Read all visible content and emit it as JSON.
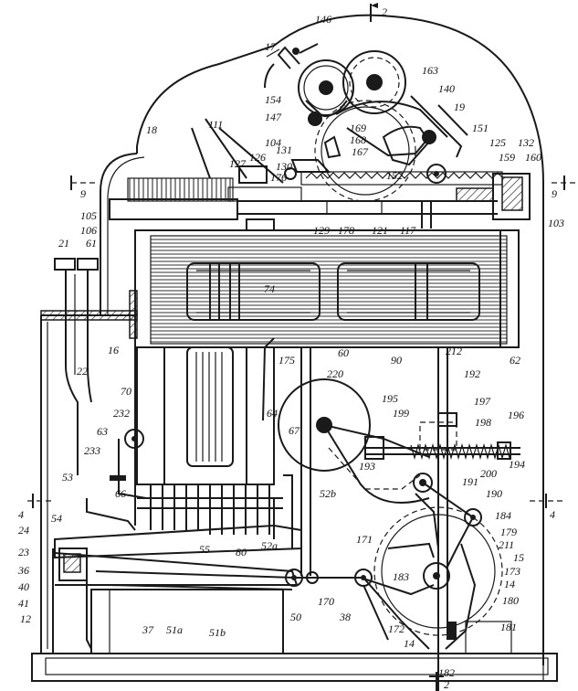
{
  "figure": {
    "section_markers": [
      "2",
      "2",
      "4",
      "4",
      "9",
      "9"
    ],
    "labels": [
      {
        "id": "l146",
        "text": "146"
      },
      {
        "id": "l2top",
        "text": "2"
      },
      {
        "id": "l17",
        "text": "17"
      },
      {
        "id": "l163",
        "text": "163"
      },
      {
        "id": "l140",
        "text": "140"
      },
      {
        "id": "l154",
        "text": "154"
      },
      {
        "id": "l19",
        "text": "19"
      },
      {
        "id": "l147",
        "text": "147"
      },
      {
        "id": "l169",
        "text": "169"
      },
      {
        "id": "l168",
        "text": "168"
      },
      {
        "id": "l151",
        "text": "151"
      },
      {
        "id": "l18",
        "text": "18"
      },
      {
        "id": "l111",
        "text": "111"
      },
      {
        "id": "l131",
        "text": "131"
      },
      {
        "id": "l167",
        "text": "167"
      },
      {
        "id": "l125",
        "text": "125"
      },
      {
        "id": "l132",
        "text": "132"
      },
      {
        "id": "l104",
        "text": "104"
      },
      {
        "id": "l159",
        "text": "159"
      },
      {
        "id": "l160",
        "text": "160"
      },
      {
        "id": "l127",
        "text": "127"
      },
      {
        "id": "l126",
        "text": "126"
      },
      {
        "id": "l130",
        "text": "130"
      },
      {
        "id": "l152",
        "text": "152"
      },
      {
        "id": "l9left",
        "text": "9"
      },
      {
        "id": "l176",
        "text": "176"
      },
      {
        "id": "l9right",
        "text": "9"
      },
      {
        "id": "l105",
        "text": "105"
      },
      {
        "id": "l129",
        "text": "129"
      },
      {
        "id": "l178",
        "text": "178"
      },
      {
        "id": "l121",
        "text": "121"
      },
      {
        "id": "l117",
        "text": "117"
      },
      {
        "id": "l103",
        "text": "103"
      },
      {
        "id": "l106",
        "text": "106"
      },
      {
        "id": "l21",
        "text": "21"
      },
      {
        "id": "l61",
        "text": "61"
      },
      {
        "id": "l74",
        "text": "74"
      },
      {
        "id": "l16",
        "text": "16"
      },
      {
        "id": "l60",
        "text": "60"
      },
      {
        "id": "l90",
        "text": "90"
      },
      {
        "id": "l212",
        "text": "212"
      },
      {
        "id": "l62",
        "text": "62"
      },
      {
        "id": "l22",
        "text": "22"
      },
      {
        "id": "l175",
        "text": "175"
      },
      {
        "id": "l192",
        "text": "192"
      },
      {
        "id": "l220",
        "text": "220"
      },
      {
        "id": "l70",
        "text": "70"
      },
      {
        "id": "l195",
        "text": "195"
      },
      {
        "id": "l197",
        "text": "197"
      },
      {
        "id": "l232",
        "text": "232"
      },
      {
        "id": "l64",
        "text": "64"
      },
      {
        "id": "l199",
        "text": "199"
      },
      {
        "id": "l198",
        "text": "198"
      },
      {
        "id": "l196",
        "text": "196"
      },
      {
        "id": "l63",
        "text": "63"
      },
      {
        "id": "l67",
        "text": "67"
      },
      {
        "id": "l233",
        "text": "233"
      },
      {
        "id": "l193",
        "text": "193"
      },
      {
        "id": "l200",
        "text": "200"
      },
      {
        "id": "l194",
        "text": "194"
      },
      {
        "id": "l191",
        "text": "191"
      },
      {
        "id": "l53",
        "text": "53"
      },
      {
        "id": "l66",
        "text": "66"
      },
      {
        "id": "l52b",
        "text": "52b"
      },
      {
        "id": "l190",
        "text": "190"
      },
      {
        "id": "l4left",
        "text": "4"
      },
      {
        "id": "l4right",
        "text": "4"
      },
      {
        "id": "l184",
        "text": "184"
      },
      {
        "id": "l54",
        "text": "54"
      },
      {
        "id": "l179",
        "text": "179"
      },
      {
        "id": "l80",
        "text": "80"
      },
      {
        "id": "l52a",
        "text": "52a"
      },
      {
        "id": "l171",
        "text": "171"
      },
      {
        "id": "l211",
        "text": "211"
      },
      {
        "id": "l24",
        "text": "24"
      },
      {
        "id": "l55",
        "text": "55"
      },
      {
        "id": "l15",
        "text": "15"
      },
      {
        "id": "l23",
        "text": "23"
      },
      {
        "id": "l173",
        "text": "173"
      },
      {
        "id": "l36",
        "text": "36"
      },
      {
        "id": "l183",
        "text": "183"
      },
      {
        "id": "l14a",
        "text": "14"
      },
      {
        "id": "l40",
        "text": "40"
      },
      {
        "id": "l170",
        "text": "170"
      },
      {
        "id": "l180",
        "text": "180"
      },
      {
        "id": "l41",
        "text": "41"
      },
      {
        "id": "l37",
        "text": "37"
      },
      {
        "id": "l51a",
        "text": "51a"
      },
      {
        "id": "l51b",
        "text": "51b"
      },
      {
        "id": "l50",
        "text": "50"
      },
      {
        "id": "l38",
        "text": "38"
      },
      {
        "id": "l172",
        "text": "172"
      },
      {
        "id": "l12",
        "text": "12"
      },
      {
        "id": "l181",
        "text": "181"
      },
      {
        "id": "l14b",
        "text": "14"
      },
      {
        "id": "l182",
        "text": "182"
      },
      {
        "id": "l2bottom",
        "text": "2"
      }
    ]
  }
}
